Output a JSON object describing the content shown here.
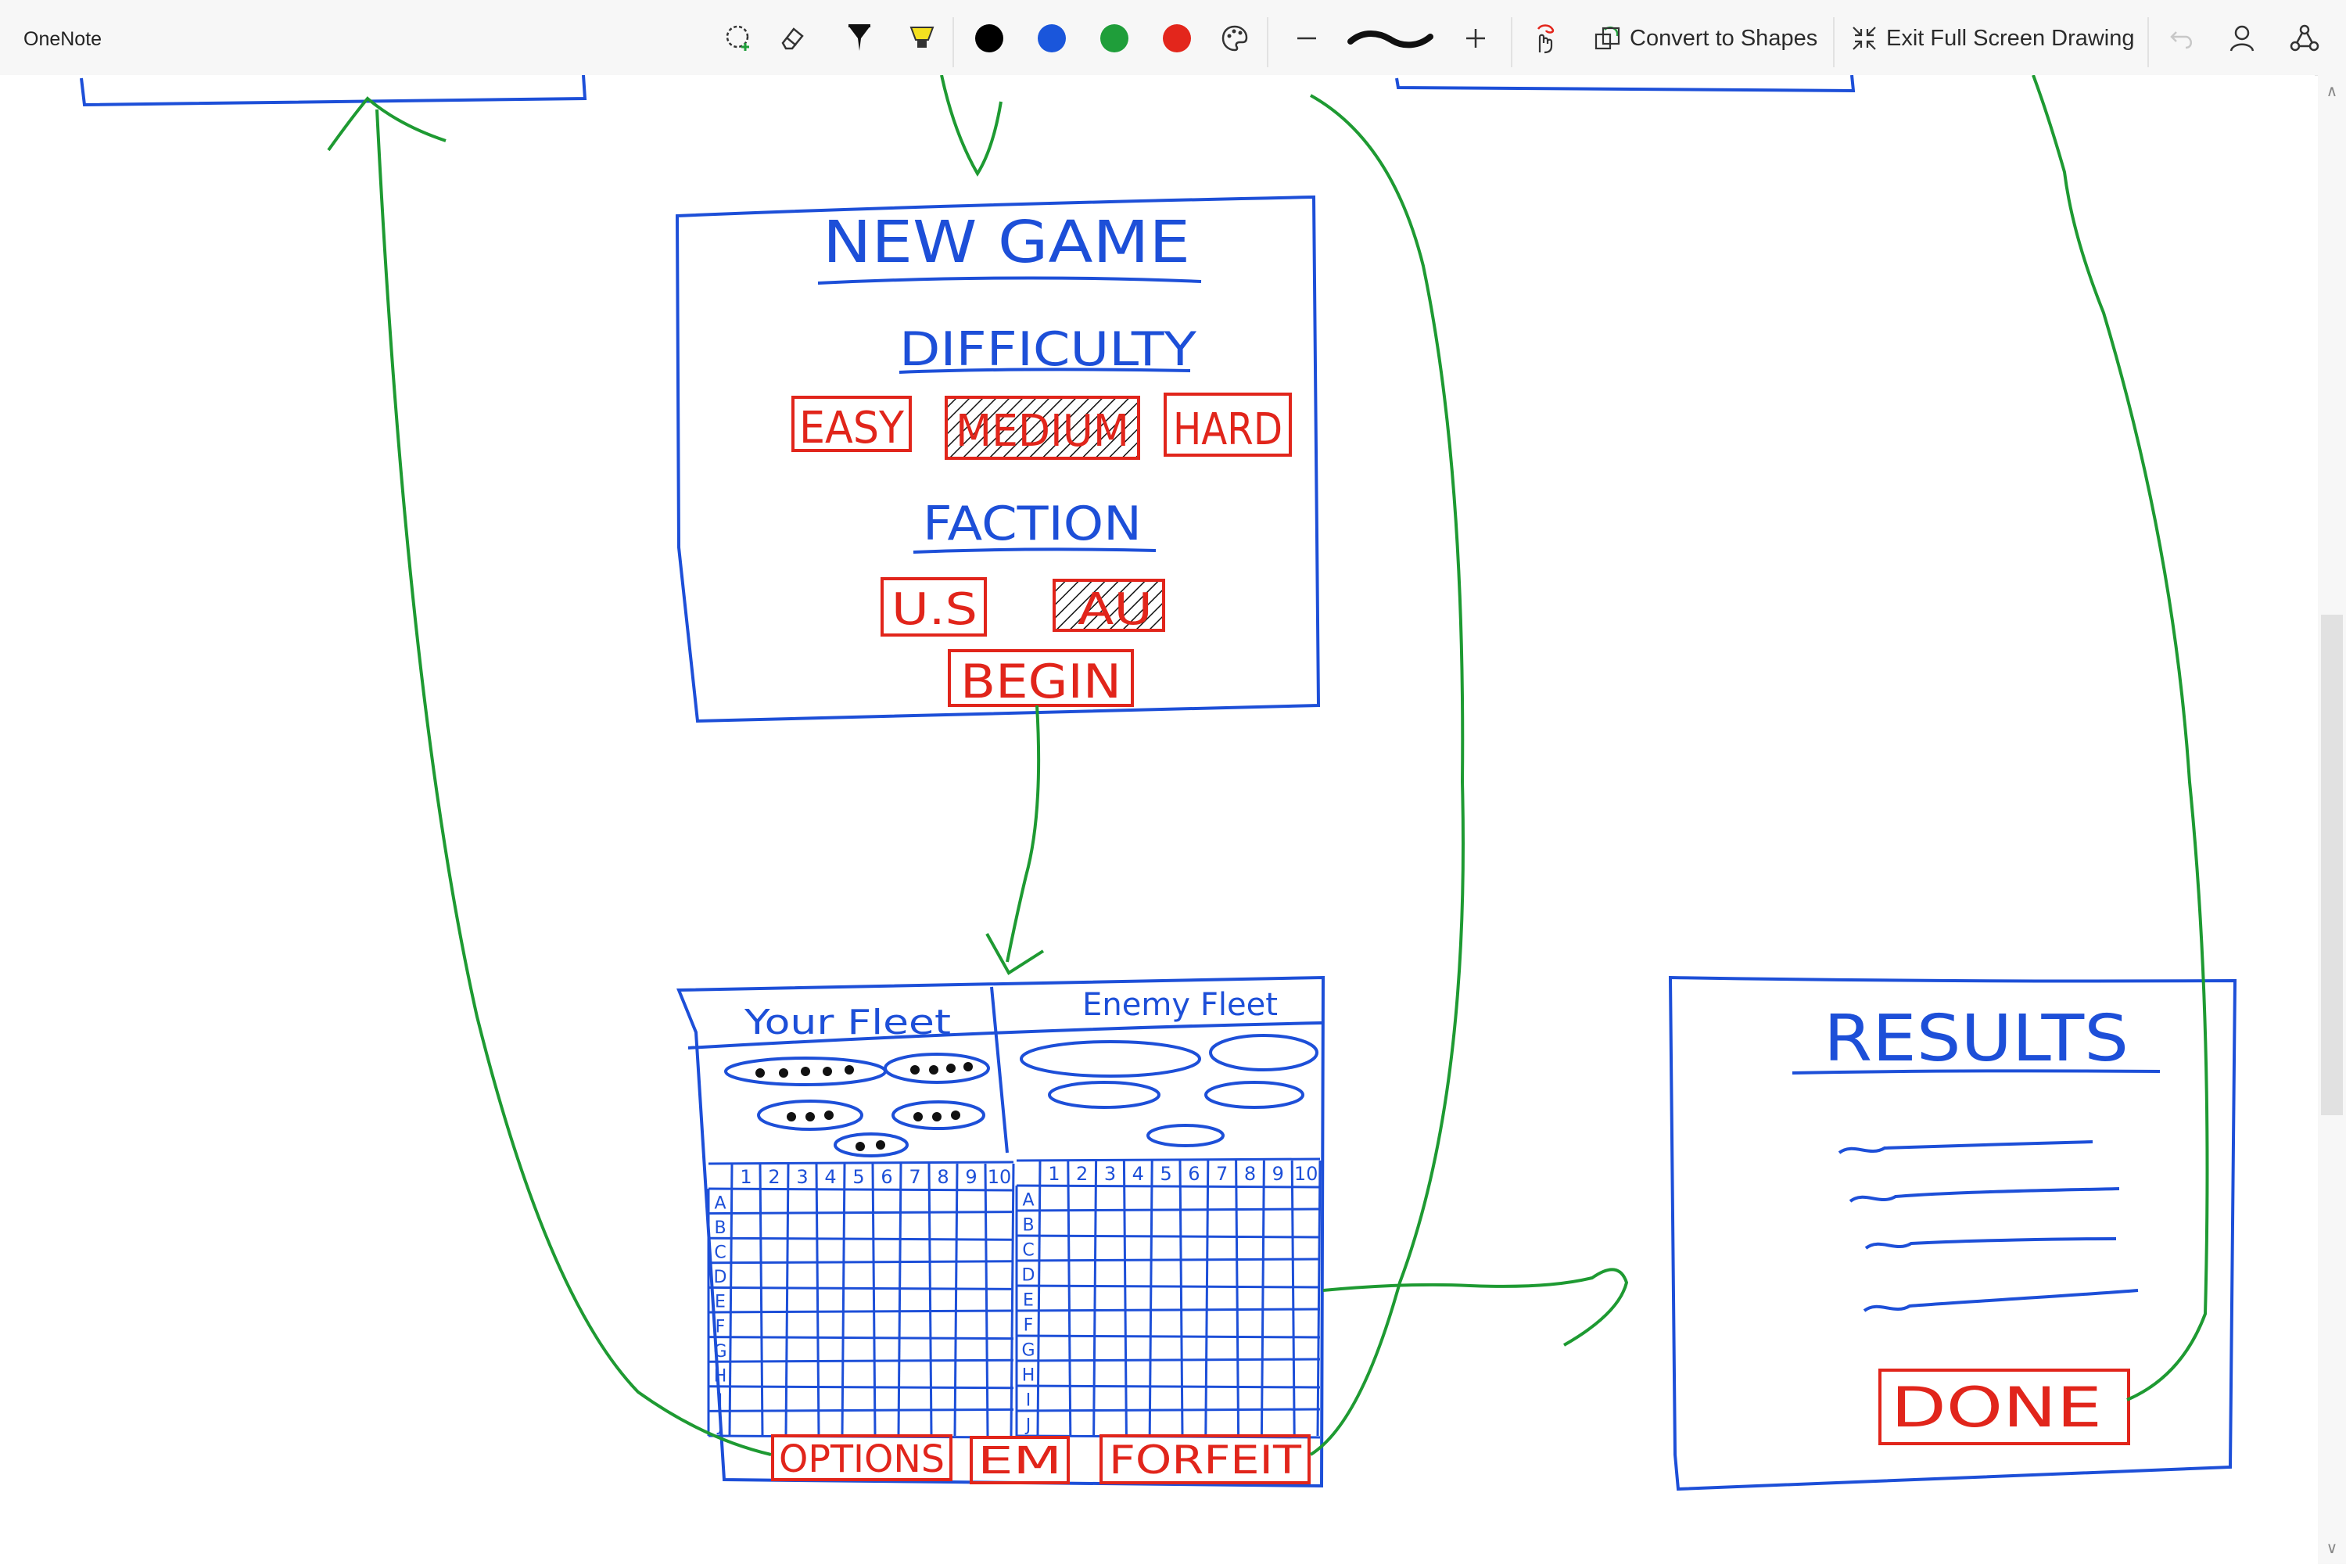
{
  "app": {
    "title": "OneNote"
  },
  "toolbar": {
    "convert_label": "Convert to Shapes",
    "exit_label": "Exit Full Screen Drawing",
    "pen_colors": [
      "#000000",
      "#1a56db",
      "#1f9e3a",
      "#e3261c"
    ],
    "tools": [
      "lasso-select-icon",
      "eraser-icon",
      "pen-icon",
      "highlighter-icon",
      "color-palette-icon",
      "decrease-thickness-icon",
      "stroke-preview",
      "increase-thickness-icon",
      "touch-draw-icon",
      "undo-icon",
      "account-icon",
      "share-icon"
    ]
  },
  "colors": {
    "ink_blue": "#1d4fd8",
    "ink_red": "#e1251b",
    "ink_green": "#1e9a32"
  },
  "sketch": {
    "new_game": {
      "title": "NEW GAME",
      "difficulty_label": "DIFFICULTY",
      "difficulty_options": [
        "EASY",
        "MEDIUM",
        "HARD"
      ],
      "difficulty_selected": "MEDIUM",
      "faction_label": "FACTION",
      "faction_options": [
        "U.S",
        "AU"
      ],
      "faction_selected": "AU",
      "begin": "BEGIN"
    },
    "game": {
      "your_fleet": "Your Fleet",
      "enemy_fleet": "Enemy Fleet",
      "columns": [
        "1",
        "2",
        "3",
        "4",
        "5",
        "6",
        "7",
        "8",
        "9",
        "10"
      ],
      "rows": [
        "A",
        "B",
        "C",
        "D",
        "E",
        "F",
        "G",
        "H",
        "I",
        "J"
      ],
      "buttons": [
        "OPTIONS",
        "EM",
        "FORFEIT"
      ]
    },
    "results": {
      "title": "RESULTS",
      "done": "DONE"
    }
  }
}
